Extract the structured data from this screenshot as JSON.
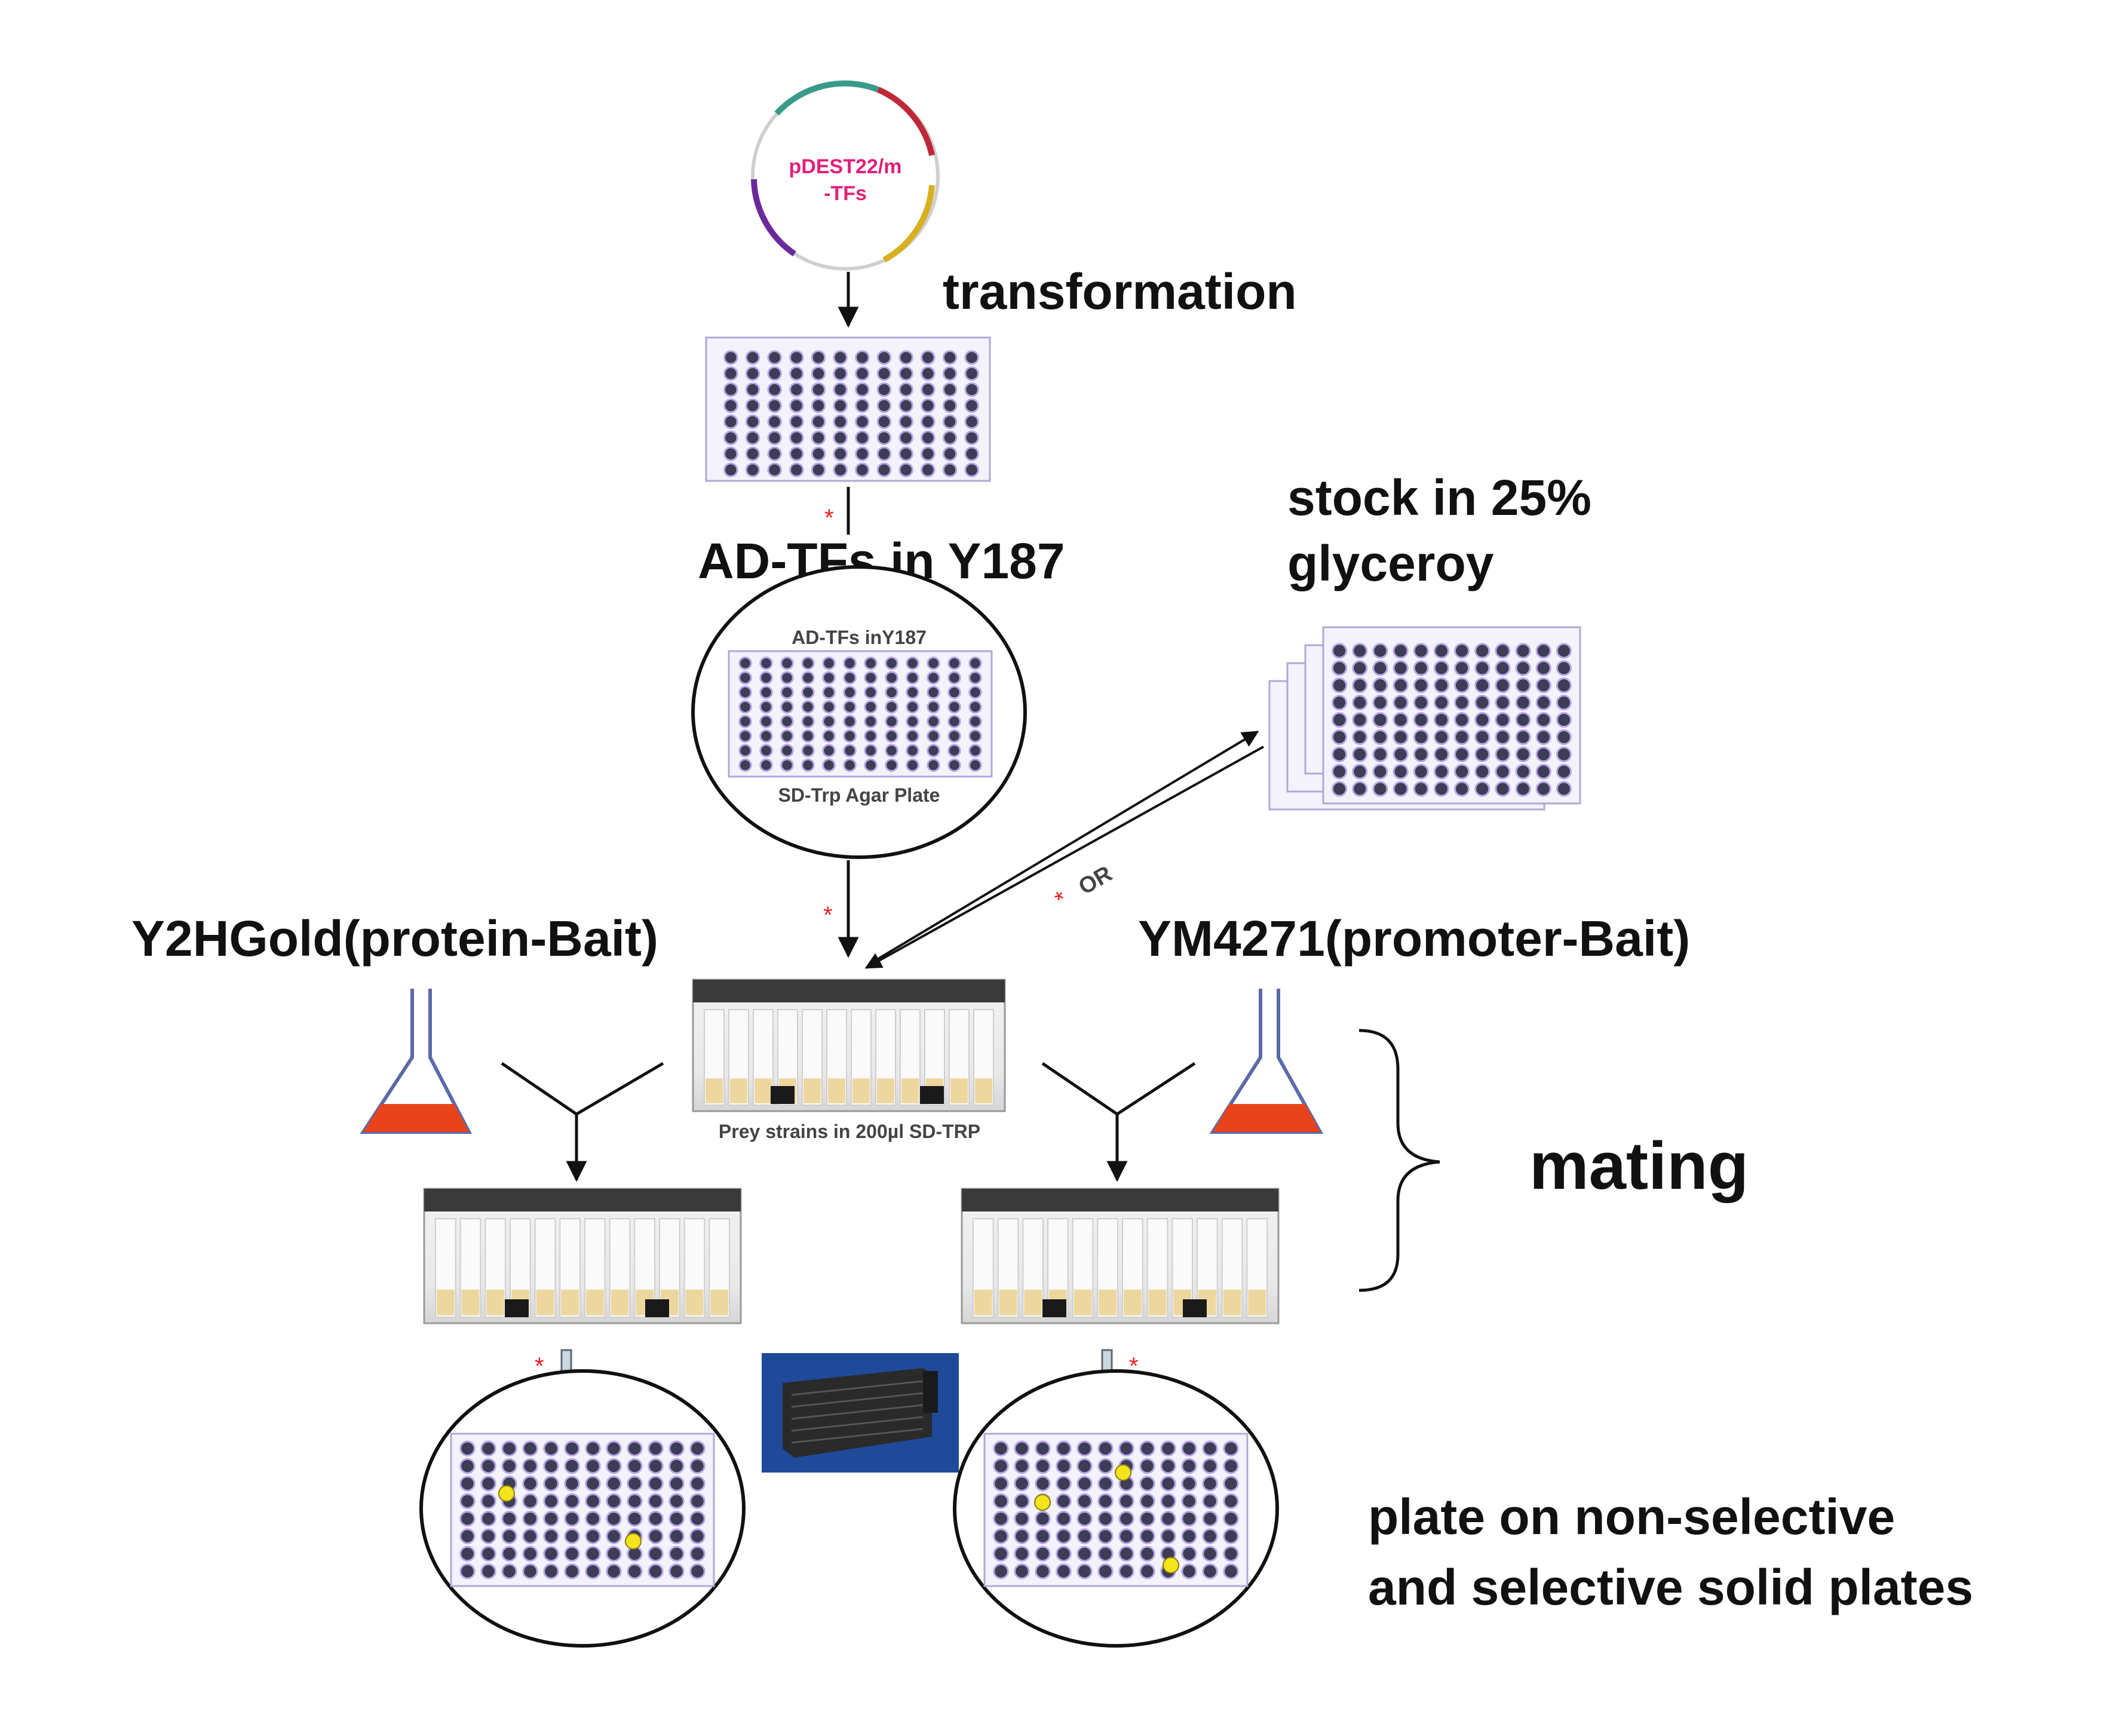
{
  "labels": {
    "plasmid_line1": "pDEST22/m",
    "plasmid_line2": "-TFs",
    "transformation": "transformation",
    "ad_tfs": "AD-TFs in Y187",
    "stock_line1": "stock in 25%",
    "stock_line2": "glyceroy",
    "plate_top": "AD-TFs inY187",
    "plate_bottom": "SD-Trp Agar Plate",
    "or": "OR",
    "bait_left": "Y2HGold(protein-Bait)",
    "bait_right": "YM4271(promoter-Bait)",
    "prey": "Prey strains in 200µl SD-TRP",
    "mating": "mating",
    "plating_line1": "plate on non-selective",
    "plating_line2": "and selective solid plates"
  },
  "colors": {
    "well": "#3d3d55",
    "well_border": "#b5a8e6",
    "culture": "#e8441c",
    "star": "#e8201c",
    "hit": "#f3e41c",
    "plasmid_text": "#e0207a"
  }
}
